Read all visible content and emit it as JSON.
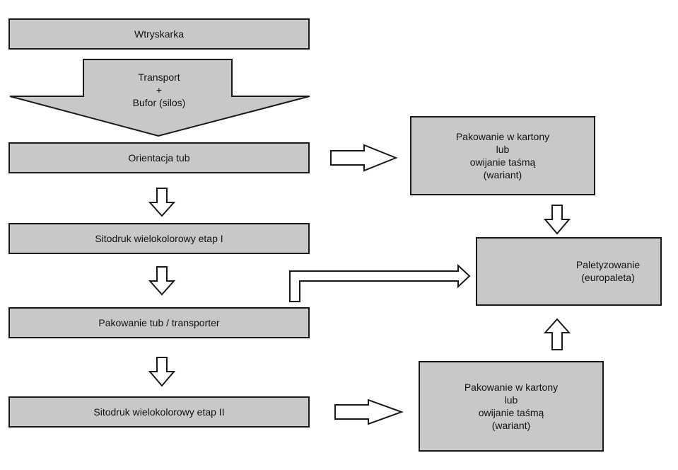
{
  "diagram": {
    "step_injection": "Wtryskarka",
    "step_transport": {
      "line1": "Transport",
      "line2": "+",
      "line3": "Bufor (silos)"
    },
    "step_orientation": "Orientacja tub",
    "step_screenprint_1": "Sitodruk wielokolorowy etap I",
    "step_packing_transporter": "Pakowanie tub / transporter",
    "step_screenprint_2": "Sitodruk wielokolorowy etap II",
    "step_cartons_top": {
      "line1": "Pakowanie w kartony",
      "line2": "lub",
      "line3": "owijanie taśmą",
      "line4": "(wariant)"
    },
    "step_palletizing": {
      "line1": "Paletyzowanie",
      "line2": "(europaleta)"
    },
    "step_cartons_bottom": {
      "line1": "Pakowanie w kartony",
      "line2": "lub",
      "line3": "owijanie taśmą",
      "line4": "(wariant)"
    }
  },
  "colors": {
    "box_fill": "#c8c8c8",
    "stroke": "#1a1a1a",
    "arrow_fill": "#ffffff"
  }
}
